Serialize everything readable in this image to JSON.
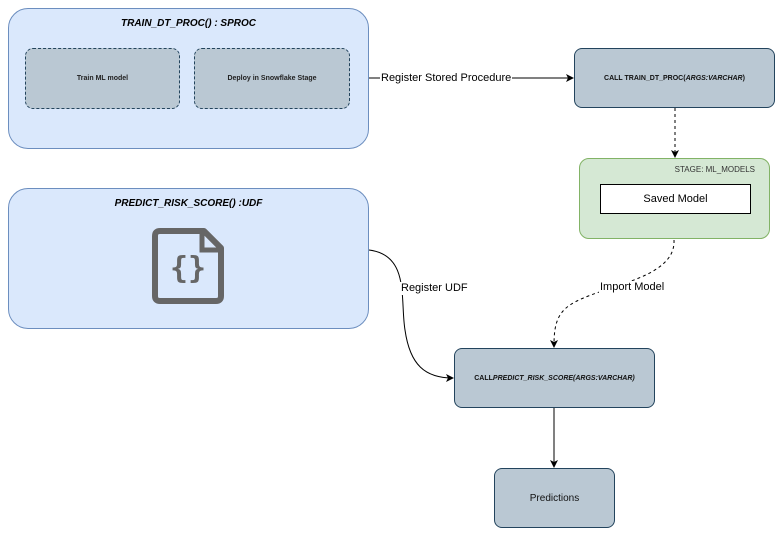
{
  "sproc": {
    "title": "TRAIN_DT_PROC() : SPROC",
    "step1": "Train ML model",
    "step2": "Deploy in Snowflake Stage"
  },
  "udf": {
    "title": "PREDICT_RISK_SCORE() :UDF",
    "icon": "json-file-icon"
  },
  "call_sproc": {
    "prefix": "CALL TRAIN_DT_PROC(",
    "args": "ARGS:VARCHAR",
    "suffix": ")"
  },
  "stage": {
    "label": "STAGE: ML_MODELS",
    "model": "Saved Model"
  },
  "call_udf": {
    "prefix": "CALL ",
    "name": "PREDICT_RISK_SCORE(ARGS:VARCHAR)"
  },
  "predictions": "Predictions",
  "edges": {
    "register_sproc": "Register Stored Procedure",
    "register_udf": "Register UDF",
    "import_model": "Import Model"
  }
}
